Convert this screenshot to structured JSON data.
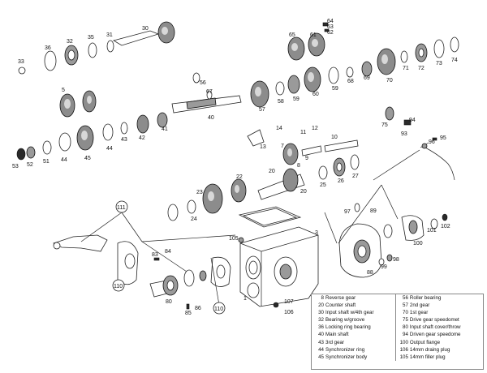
{
  "callouts": {
    "c1": "1",
    "c3": "3",
    "c5": "5",
    "c7": "7",
    "c8": "8",
    "c9": "9",
    "c10": "10",
    "c11": "11",
    "c12": "12",
    "c13": "13",
    "c14": "14",
    "c20a": "20",
    "c20b": "20",
    "c22": "22",
    "c23": "23",
    "c24": "24",
    "c25": "25",
    "c26": "26",
    "c27": "27",
    "c30": "30",
    "c31": "31",
    "c32": "32",
    "c33": "33",
    "c35": "35",
    "c36": "36",
    "c40": "40",
    "c41": "41",
    "c42": "42",
    "c43": "43",
    "c44a": "44",
    "c44b": "44",
    "c45": "45",
    "c51": "51",
    "c52": "52",
    "c53": "53",
    "c56": "56",
    "c57": "57",
    "c58": "58",
    "c59a": "59",
    "c59b": "59",
    "c60": "60",
    "c61": "61",
    "c62": "62",
    "c63": "63",
    "c64": "64",
    "c65": "65",
    "c67": "67",
    "c68": "68",
    "c69": "69",
    "c70": "70",
    "c71": "71",
    "c72": "72",
    "c73": "73",
    "c74": "74",
    "c75": "75",
    "c80": "80",
    "c83": "83",
    "c84": "84",
    "c85": "85",
    "c86": "86",
    "c88": "88",
    "c89": "89",
    "c93": "93",
    "c94": "94",
    "c95": "95",
    "c96": "96",
    "c97": "97",
    "c98": "98",
    "c99": "99",
    "c100": "100",
    "c101": "101",
    "c102": "102",
    "c105": "105",
    "c106": "106",
    "c107": "107",
    "c110a": "110",
    "c110b": "110",
    "c111": "111"
  },
  "legend": {
    "left": [
      {
        "num": "8",
        "text": "Reverse gear"
      },
      {
        "num": "20",
        "text": "Counter shaft"
      },
      {
        "num": "30",
        "text": "Input shaft w/4th gear"
      },
      {
        "num": "32",
        "text": "Bearing w/groove"
      },
      {
        "num": "36",
        "text": "Locking ring bearing"
      },
      {
        "num": "40",
        "text": "Main shaft"
      },
      {
        "num": "43",
        "text": "3rd gear"
      },
      {
        "num": "44",
        "text": "Synchronizer ring"
      },
      {
        "num": "45",
        "text": "Synchronizer body"
      }
    ],
    "right": [
      {
        "num": "56",
        "text": "Roller bearing"
      },
      {
        "num": "57",
        "text": "2nd gear"
      },
      {
        "num": "70",
        "text": "1st gear"
      },
      {
        "num": "75",
        "text": "Drive gear speedomet"
      },
      {
        "num": "80",
        "text": "Input shaft cover/throw"
      },
      {
        "num": "94",
        "text": "Driven gear speedome"
      },
      {
        "num": "100",
        "text": "Output flange"
      },
      {
        "num": "106",
        "text": "14mm draing plug"
      },
      {
        "num": "105",
        "text": "14mm filler plug"
      }
    ]
  }
}
